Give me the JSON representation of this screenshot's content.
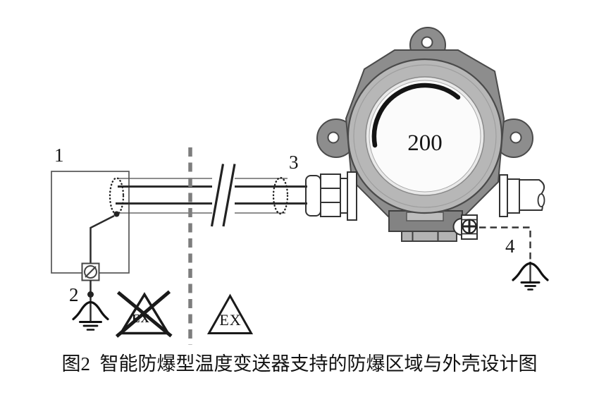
{
  "figure": {
    "caption": "图2  智能防爆型温度变送器支持的防爆区域与外壳设计图",
    "callouts": {
      "barrier_box": "1",
      "shield_ground": "2",
      "cable_gland": "3",
      "external_ground": "4"
    },
    "transmitter": {
      "cover_marking": "200"
    },
    "symbols": {
      "ex_crossed_label": "EX",
      "ex_label": "EX"
    },
    "colors": {
      "line": "#2a2a2a",
      "housing": "#8d8d8d",
      "ring": "#b7b7b7",
      "cover": "#fbfbfb",
      "cover_bevel": "#e9e9e9",
      "bottom_body": "#838383",
      "tabs": "#b3b3b3",
      "divider": "#7d7d7d",
      "background": "#ffffff"
    }
  }
}
